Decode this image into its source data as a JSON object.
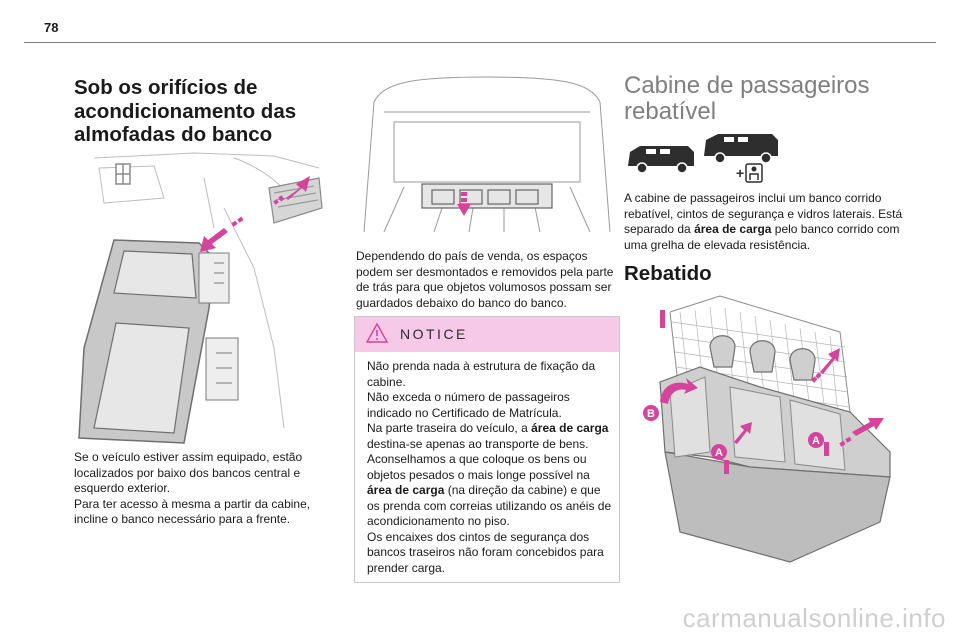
{
  "page": {
    "number": "78"
  },
  "col1": {
    "heading": "Sob os orifícios de acondicionamento das almofadas do banco",
    "heading_lines": [
      "Sob os orifícios de",
      "acondicionamento das",
      "almofadas do banco"
    ],
    "paragraph": "Se o veículo estiver assim equipado, estão localizados por baixo dos bancos central e esquerdo exterior.\nPara ter acesso à mesma a partir da cabine, incline o banco necessário para a frente."
  },
  "col2": {
    "paragraph": "Dependendo do país de venda, os espaços podem ser desmontados e removidos pela parte de trás para que objetos volumosos possam ser guardados debaixo do banco do banco.",
    "notice": {
      "title": "NOTICE",
      "lines": [
        {
          "text": "Não prenda nada à estrutura de fixação da cabine."
        },
        {
          "text": "Não exceda o número de passageiros indicado no Certificado de Matrícula."
        },
        {
          "pre": "Na parte traseira do veículo, a ",
          "bold": "área de carga",
          "post": " destina-se apenas ao transporte de bens."
        },
        {
          "text": "Aconselhamos a que coloque os bens ou objetos pesados o mais longe possível na"
        },
        {
          "pre": "",
          "bold": "área de carga",
          "post": " (na direção da cabine) e que os prenda com correias utilizando os anéis de acondicionamento no piso."
        },
        {
          "text": "Os encaixes dos cintos de segurança dos bancos traseiros não foram concebidos para prender carga."
        }
      ]
    }
  },
  "col3": {
    "heading_lines": [
      "Cabine de passageiros",
      "rebatível"
    ],
    "intro_pre": "A cabine de passageiros inclui um banco corrido rebatível, cintos de segurança e vidros laterais. Está separado da ",
    "intro_bold": "área de carga",
    "intro_post": " pelo banco corrido com uma grelha de elevada resistência.",
    "subheading": "Rebatido",
    "callouts": [
      "B",
      "A",
      "A"
    ],
    "plus_sign": "+"
  },
  "colors": {
    "accent_pink": "#d4449b",
    "notice_header": "#f7c9e9",
    "heading_grey": "#7f7f7f",
    "illus_grey": "#a9a9a9"
  },
  "icons": [
    "van-short-icon",
    "van-long-icon",
    "passenger-seat-icon",
    "warning-triangle-icon"
  ],
  "watermark": "carmanualsonline.info"
}
